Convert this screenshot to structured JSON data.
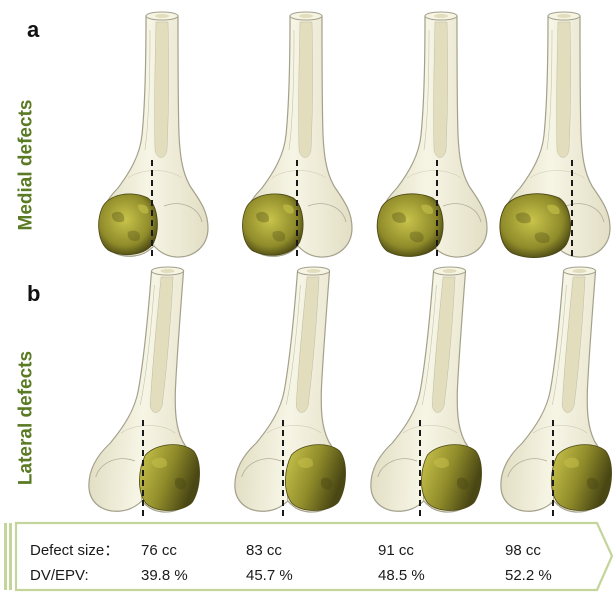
{
  "panels": [
    {
      "label": "a",
      "row_label": "Medial defects"
    },
    {
      "label": "b",
      "row_label": "Lateral defects"
    }
  ],
  "table": {
    "rows": [
      {
        "label": "Defect size：",
        "values": [
          "76 cc",
          "83 cc",
          "91 cc",
          "98 cc"
        ]
      },
      {
        "label": "DV/EPV:",
        "values": [
          "39.8 %",
          "45.7 %",
          "48.5 %",
          "52.2 %"
        ]
      }
    ]
  },
  "colors": {
    "bone": "#f6f4e3",
    "bone_shade": "#e1ddc2",
    "bone_edge": "#a3a08b",
    "canal": "#e2ddbd",
    "defect_light": "#c9c44b",
    "defect_mid": "#8f8b2a",
    "defect_dark": "#4a4714",
    "row_label": "#5a7a24",
    "arrow_border": "#c3d59a",
    "dashed_line": "#1a1a1a"
  }
}
